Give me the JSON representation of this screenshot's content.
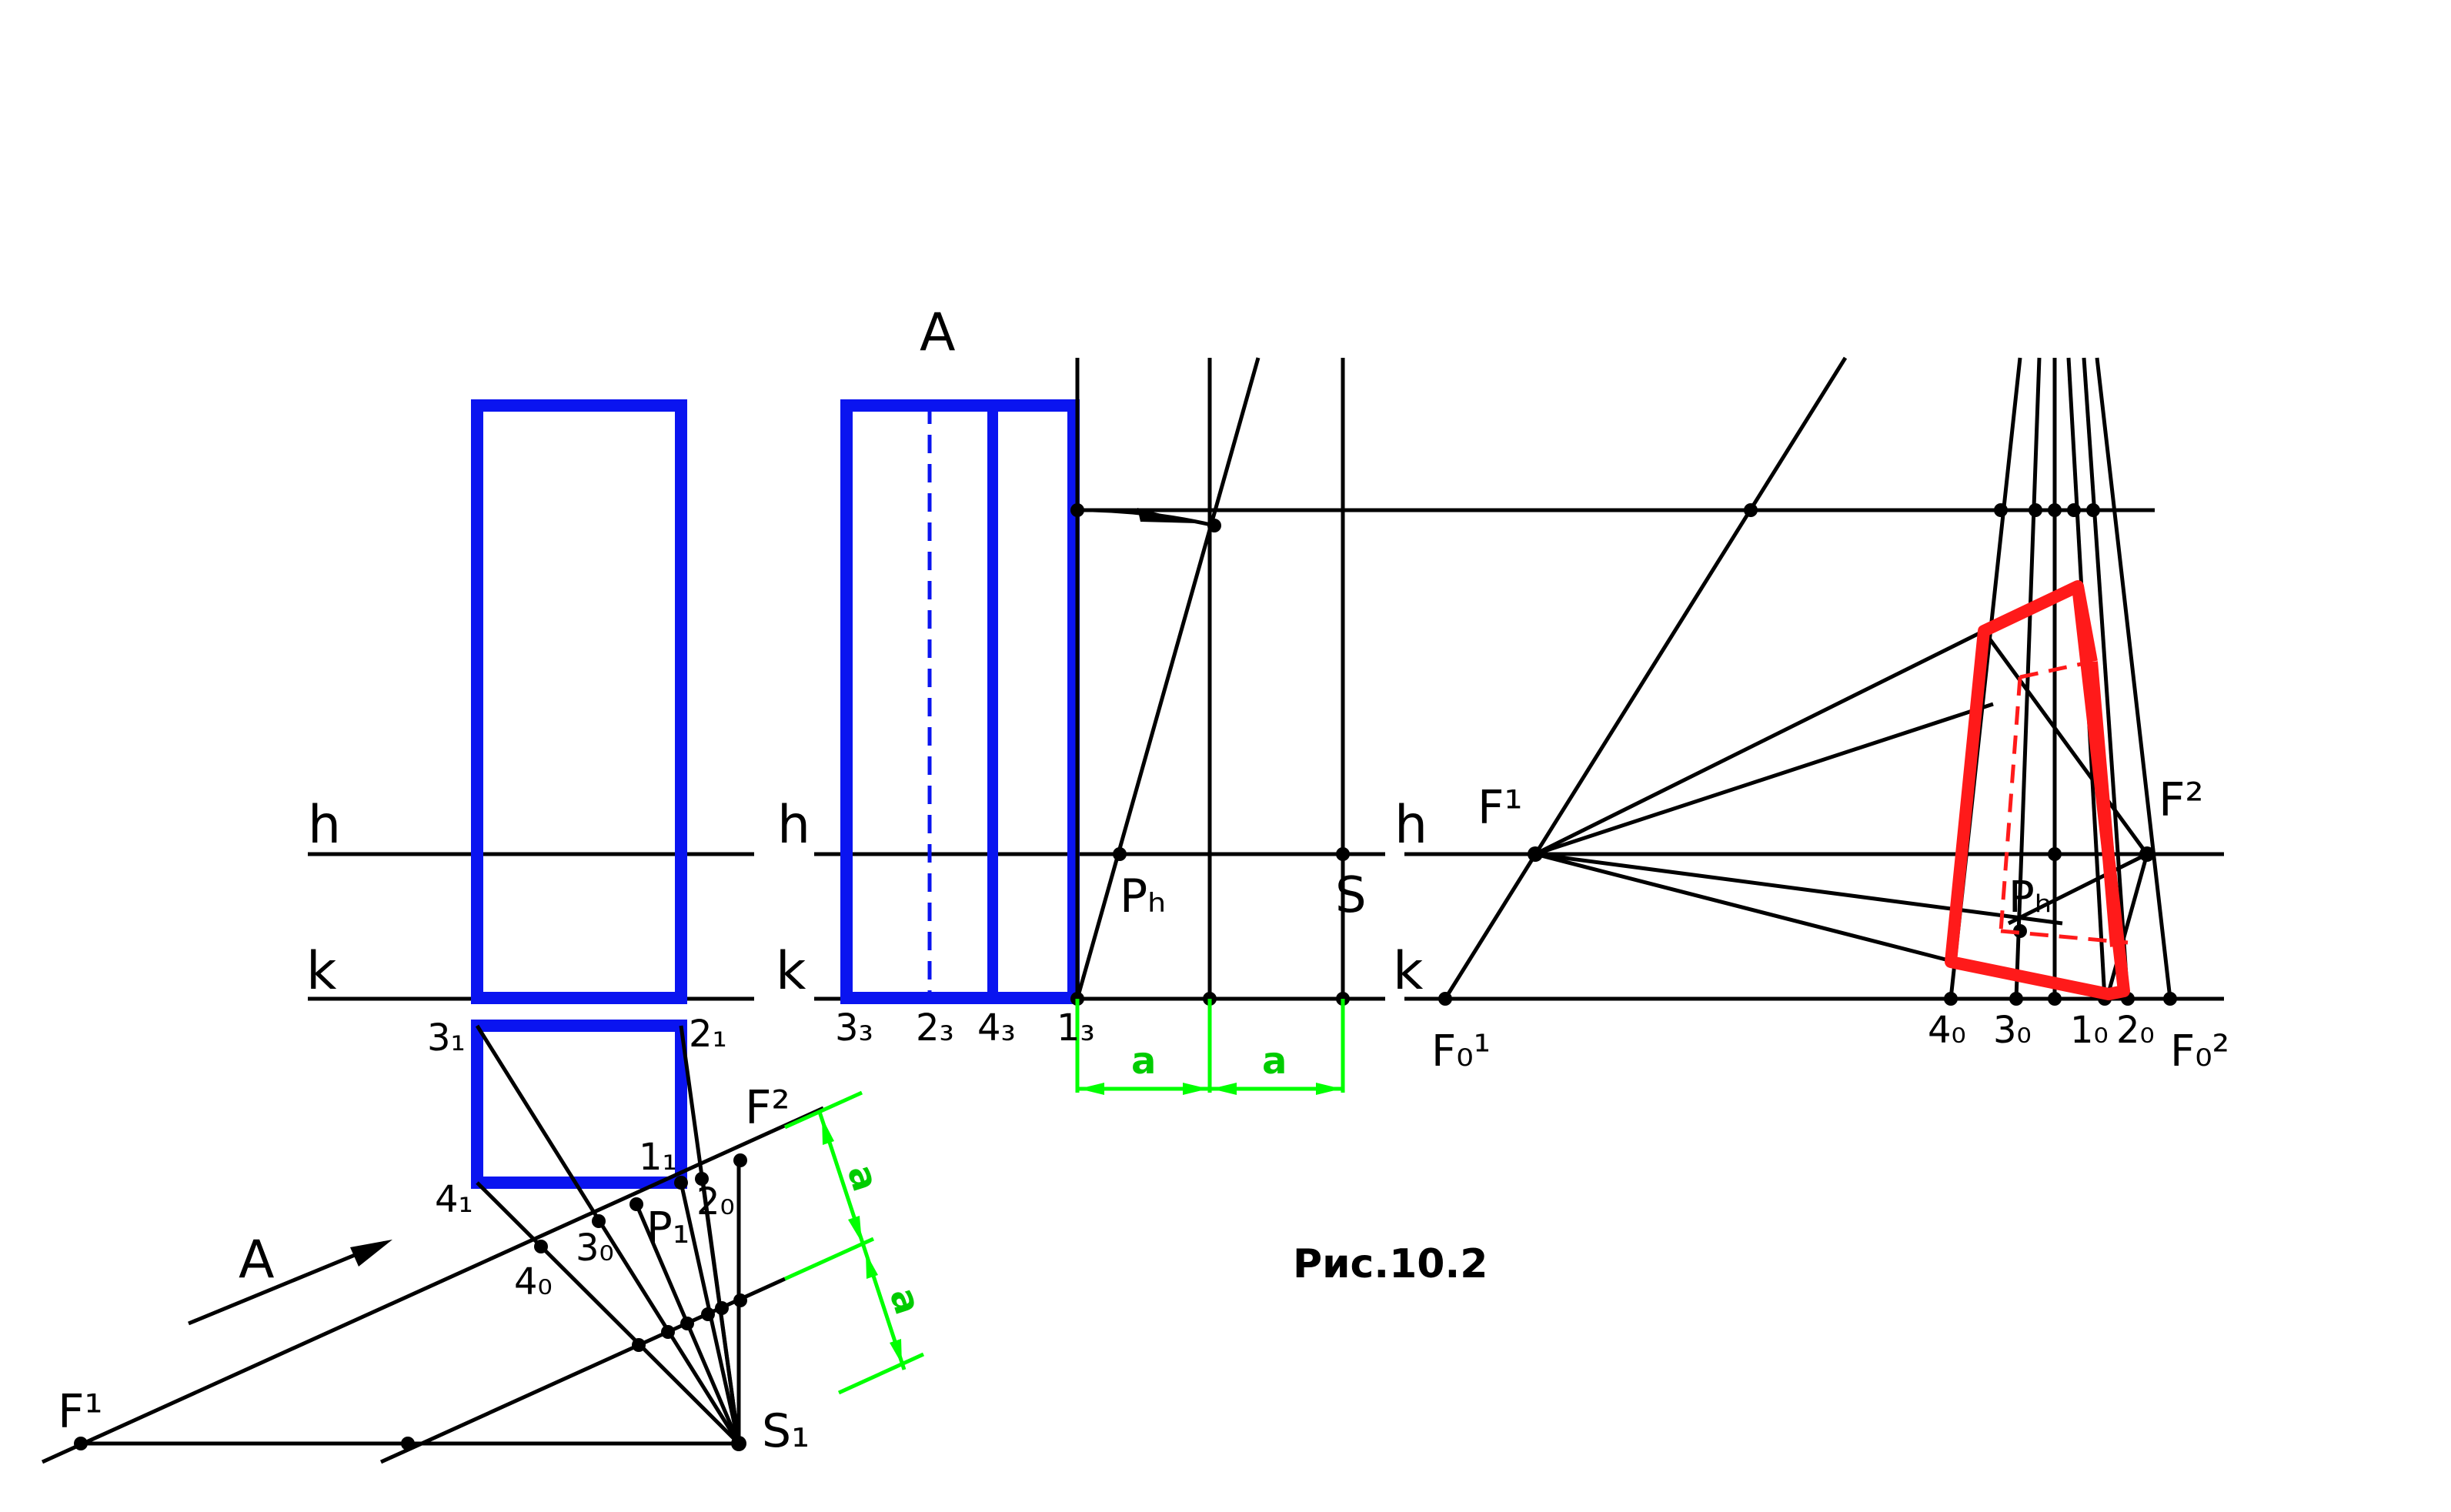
{
  "figure": {
    "caption": "Рис.10.2",
    "view_direction": "A",
    "horizon_label": "h",
    "ground_label": "k",
    "dimension_label": "a",
    "station_label": "S",
    "station_plan_label": "S₁",
    "picture_plane_label": "P",
    "vanishing_points": {
      "left": "F¹",
      "right": "F²",
      "left_ground": "F₀¹",
      "right_ground": "F₀²"
    },
    "plan_vertices": [
      "3₁",
      "2₁",
      "4₁",
      "1₁"
    ],
    "plan_traces": [
      "4₀",
      "3₀",
      "2₀"
    ],
    "plan_picture_plane": "P₁",
    "side_ground_points": [
      "3₃",
      "2₃",
      "4₃",
      "1₃"
    ],
    "side_picture_plane": "Pₕ",
    "perspective_ground_points": [
      "4₀",
      "3₀",
      "1₀",
      "2₀"
    ],
    "perspective_picture_plane": "Pₕ"
  },
  "colors": {
    "object": "#0a14f0",
    "perspective": "#ff1a1a",
    "dimension": "#00ff00",
    "construction": "#000000"
  }
}
